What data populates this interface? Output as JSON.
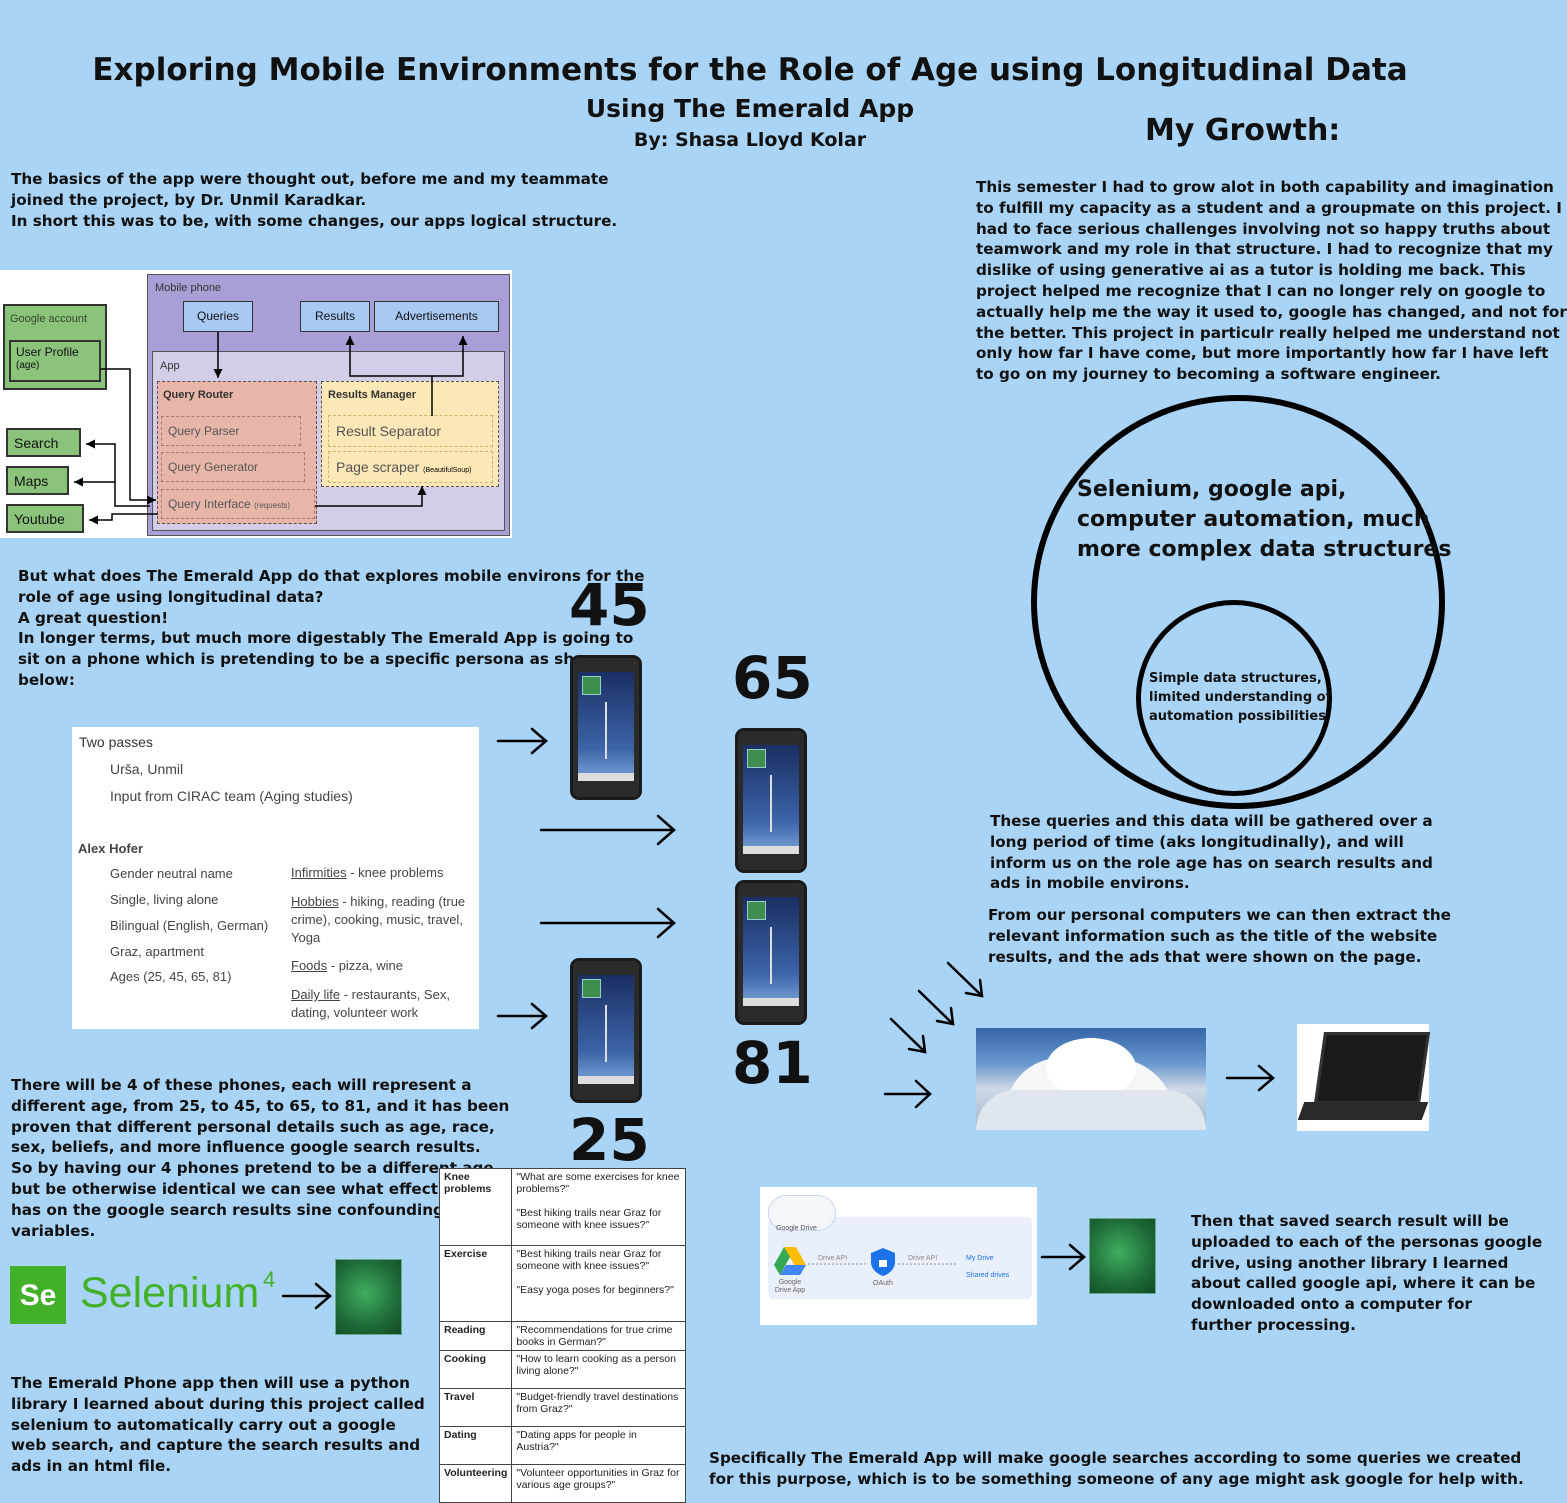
{
  "header": {
    "title": "Exploring Mobile Environments for the Role of Age using Longitudinal Data",
    "subtitle": "Using The Emerald App",
    "byline": "By: Shasa Lloyd Kolar"
  },
  "growth": {
    "heading": "My Growth:",
    "lines": [
      "This semester I had to grow alot in both capability and imagination",
      "to fulfill my capacity as a student and a groupmate on this project. I",
      "had to face serious challenges involving not so happy truths about",
      "teamwork and my role in that structure. I had to recognize that my",
      "dislike of using generative ai as a tutor is holding me back. This",
      "project helped me recognize that I can no longer rely on google to",
      "actually help me the way it used to, google has changed, and not for",
      "the better. This project in particulr really helped me understand not",
      "only how far I have come, but more importantly how far I have left",
      "to go on my journey to becoming a software engineer."
    ],
    "outer_circle": [
      "Selenium, google api,",
      "computer automation, much",
      "more complex data structures"
    ],
    "inner_circle": [
      "Simple data structures,",
      "limited understanding of",
      "automation possibilities"
    ]
  },
  "intro": {
    "lines": [
      "The basics of the app were thought out, before me and my teammate",
      "joined the project, by Dr. Unmil Karadkar.",
      "In short this was to be, with some changes, our apps logical structure."
    ]
  },
  "diagram": {
    "mobile_phone": "Mobile phone",
    "queries": "Queries",
    "results": "Results",
    "advertisements": "Advertisements",
    "app": "App",
    "query_router": "Query Router",
    "query_parser": "Query Parser",
    "query_generator": "Query Generator",
    "query_interface": "Query Interface",
    "requests": "(requests)",
    "results_manager": "Results Manager",
    "result_separator": "Result Separator",
    "page_scraper": "Page scraper",
    "beautifulsoup": "(BeautifulSoup)",
    "google_account": "Google account",
    "user_profile": "User Profile",
    "age": "(age)",
    "search": "Search",
    "maps": "Maps",
    "youtube": "Youtube"
  },
  "question": {
    "lines": [
      "But what does The Emerald App do that explores mobile environs for the",
      "role of age using longitudinal data?",
      "A great question!",
      "In longer terms, but much more digestably The Emerald App is going to",
      "sit on a phone which is pretending to be a specific persona as shown",
      "below:"
    ]
  },
  "ages": {
    "a45": "45",
    "a65": "65",
    "a81": "81",
    "a25": "25"
  },
  "persona": {
    "two_passes": "Two passes",
    "names": "Urša, Unmil",
    "cirac": "Input from CIRAC team (Aging studies)",
    "name": "Alex Hofer",
    "left": [
      "Gender neutral name",
      "Single, living alone",
      "Bilingual (English, German)",
      "Graz, apartment",
      "Ages (25, 45, 65, 81)"
    ],
    "infirmities_k": "Infirmities",
    "infirmities_v": " - knee problems",
    "hobbies_k": "Hobbies",
    "hobbies_v1": " - hiking, reading (true",
    "hobbies_v2": "crime), cooking, music, travel,",
    "hobbies_v3": "Yoga",
    "foods_k": "Foods",
    "foods_v": " - pizza, wine",
    "daily_k": "Daily life",
    "daily_v1": " - restaurants, Sex,",
    "daily_v2": "dating, volunteer work"
  },
  "phones_text": {
    "lines": [
      "There will be 4 of these phones, each will represent a",
      "different age, from 25, to 45, to 65, to 81, and it has been",
      "proven that different personal details such as age, race,",
      "sex, beliefs, and more influence google search results.",
      "So by having our 4 phones pretend to be a different age",
      "but be otherwise identical we can see what effect that",
      "has on the google search results sine confounding",
      "variables."
    ]
  },
  "selenium": {
    "label": "Selenium",
    "version": "4",
    "badge": "Se"
  },
  "selenium_text": {
    "lines": [
      "The Emerald Phone app then will use a python",
      "library I learned about during this project called",
      "selenium to automatically carry out a google",
      "web search, and capture the search results and",
      "ads in an html file."
    ]
  },
  "queries": [
    {
      "topic": "Knee problems",
      "text": "\"What are some exercises for knee problems?\"\n\n\"Best hiking trails near Graz for someone with knee issues?\""
    },
    {
      "topic": "Exercise",
      "text": "\"Best hiking trails near Graz for someone with knee issues?\"\n\n \"Easy yoga poses for beginners?\""
    },
    {
      "topic": "Reading",
      "text": "\"Recommendations for true crime books in German?\""
    },
    {
      "topic": "Cooking",
      "text": "\"How to learn cooking as a person living alone?\""
    },
    {
      "topic": "Travel",
      "text": "\"Budget-friendly travel destinations from Graz?\""
    },
    {
      "topic": "Dating",
      "text": "\"Dating apps for people in Austria?\""
    },
    {
      "topic": "Volunteering",
      "text": "\"Volunteer opportunities in Graz for various age groups?\""
    }
  ],
  "longitudinal": {
    "lines": [
      "These queries and this data will be gathered over a",
      "long period of time (aks longitudinally), and will",
      "inform us on the role age has on search results and",
      "ads in mobile environs."
    ]
  },
  "extract": {
    "lines": [
      "From our personal computers we can then extract the",
      "relevant information such as the title of the website",
      "results, and the ads that were shown on the page."
    ]
  },
  "gdrive": {
    "title": "Google Drive",
    "app": "Google Drive App",
    "api1": "Drive API",
    "oauth": "OAuth",
    "api2": "Drive API",
    "mydrive": "My Drive",
    "shared": "Shared drives"
  },
  "upload": {
    "lines": [
      "Then that saved search result will be",
      "uploaded to each of the personas google",
      "drive, using another library I learned",
      "about called google api, where it can be",
      "downloaded onto a computer for",
      "further processing."
    ]
  },
  "specific": {
    "lines": [
      "Specifically The Emerald App will make google searches according to some queries we created",
      "for this purpose, which is to be something someone of any age might ask google for help with."
    ]
  },
  "colors": {
    "background": "#aad4f5",
    "diagram_phone": "#a99ed6",
    "diagram_app": "#d4cde8",
    "router": "#e8b6a8",
    "results_mgr": "#fbe8b6",
    "google": "#8bc37a",
    "blue_box": "#a8c9f3"
  }
}
